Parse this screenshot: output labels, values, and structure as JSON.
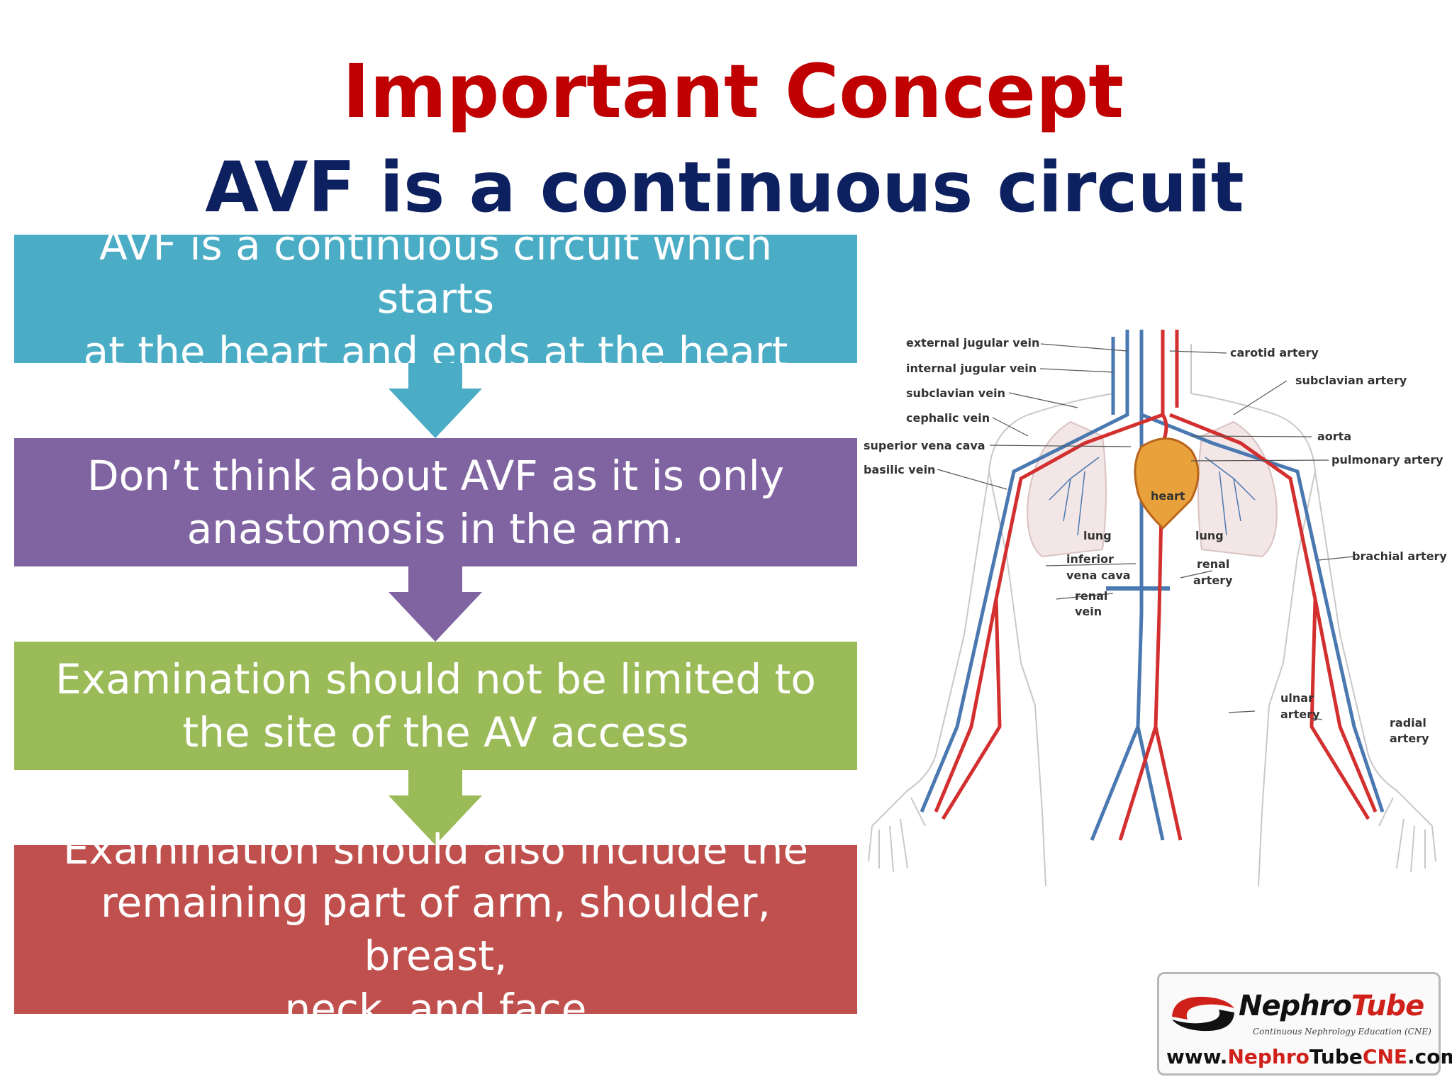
{
  "slide": {
    "title": "Important Concept",
    "subtitle": "AVF is a continuous circuit",
    "boxes": [
      {
        "line1": "AVF is a continuous circuit which starts",
        "line2": "at the heart and ends at the heart",
        "line3": "",
        "color": "#4bacc6"
      },
      {
        "line1": "Don’t think about AVF as it is only",
        "line2": "anastomosis in the arm.",
        "line3": "",
        "color": "#8064a2"
      },
      {
        "line1": "Examination should not be limited to",
        "line2": "the site of the AV access",
        "line3": "",
        "color": "#9bbb59"
      },
      {
        "line1": "Examination should also include the",
        "line2": "remaining part of arm, shoulder, breast,",
        "line3": "neck, and face",
        "color": "#c0504d"
      }
    ]
  },
  "diagram": {
    "labels": {
      "external_jugular_vein": "external jugular vein",
      "internal_jugular_vein": "internal jugular vein",
      "subclavian_vein": "subclavian vein",
      "cephalic_vein": "cephalic vein",
      "superior_vena_cava": "superior vena cava",
      "basilic_vein": "basilic vein",
      "carotid_artery": "carotid artery",
      "subclavian_artery": "subclavian artery",
      "aorta": "aorta",
      "pulmonary_artery": "pulmonary artery",
      "heart": "heart",
      "lung_left": "lung",
      "lung_right": "lung",
      "inferior_vena_cava_1": "inferior",
      "inferior_vena_cava_2": "vena cava",
      "renal_vein_1": "renal",
      "renal_vein_2": "vein",
      "renal_artery_1": "renal",
      "renal_artery_2": "artery",
      "brachial_artery": "brachial artery",
      "ulnar_artery_1": "ulnar",
      "ulnar_artery_2": "artery",
      "radial_artery_1": "radial",
      "radial_artery_2": "artery"
    },
    "colors": {
      "artery": "#d32f2f",
      "vein": "#4a78b0",
      "outline": "#c8c8c8"
    }
  },
  "logo": {
    "brand_main": "Nephro",
    "brand_accent": "Tube",
    "tagline": "Continuous Nephrology Education (CNE)",
    "url_1": "www.",
    "url_2": "Nephro",
    "url_3": "Tube",
    "url_4": "CNE",
    "url_5": ".com"
  }
}
